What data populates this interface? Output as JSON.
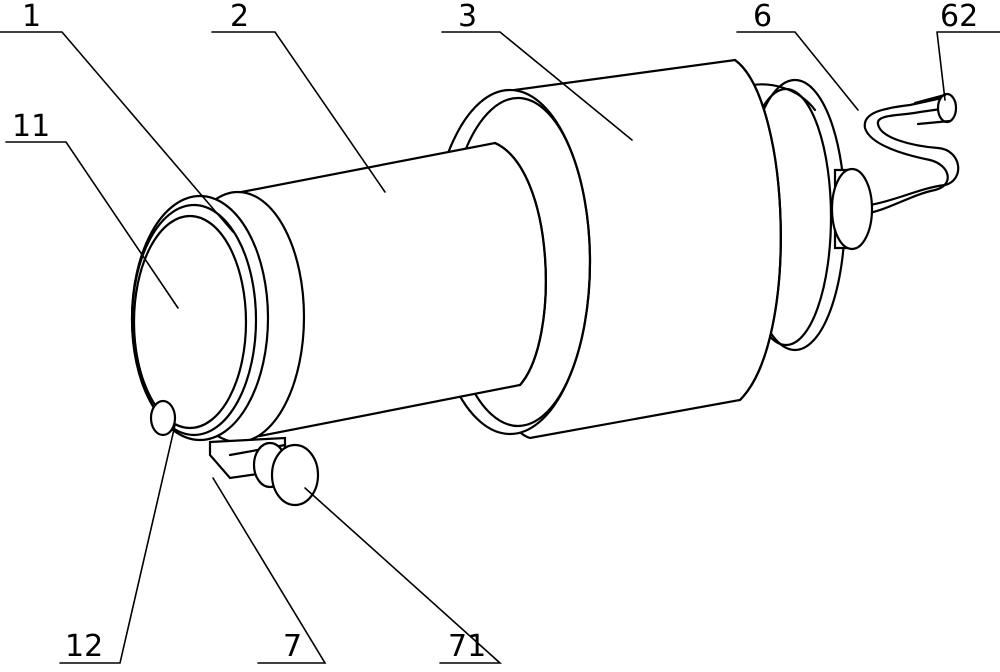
{
  "labels": {
    "l1": "1",
    "l2": "2",
    "l3": "3",
    "l6": "6",
    "l62": "62",
    "l11": "11",
    "l12": "12",
    "l7": "7",
    "l71": "71"
  }
}
